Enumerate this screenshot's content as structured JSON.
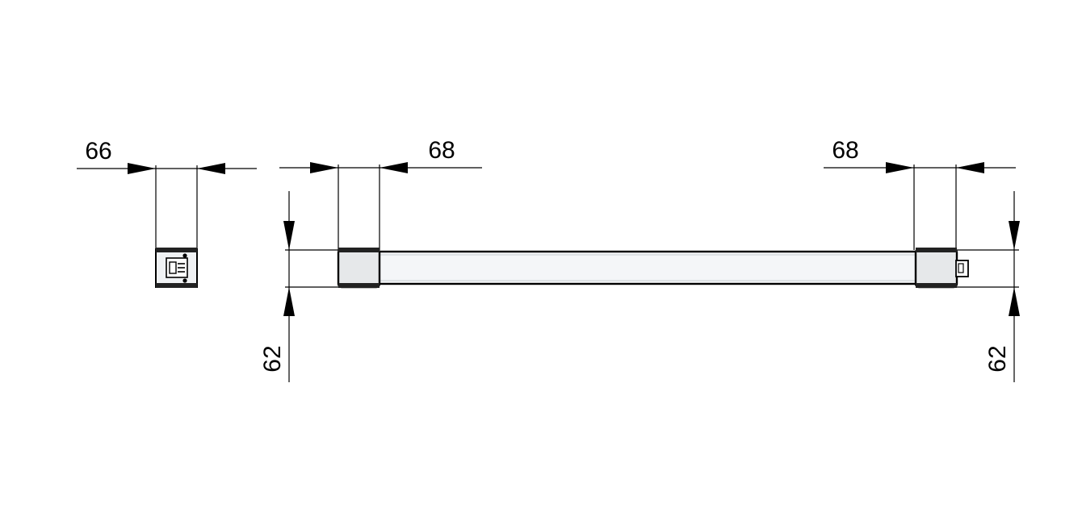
{
  "dimensions": {
    "side_width": "66",
    "left_cap_length": "68",
    "right_cap_length": "68",
    "left_height": "62",
    "right_height": "62"
  },
  "colors": {
    "line": "#000000",
    "tube_fill": "#f4f6f8",
    "cap_fill": "#e6e8ea",
    "background": "#ffffff"
  },
  "icons": {
    "side_view_socket": "connector-socket-icon",
    "end_plug": "plug-icon"
  }
}
